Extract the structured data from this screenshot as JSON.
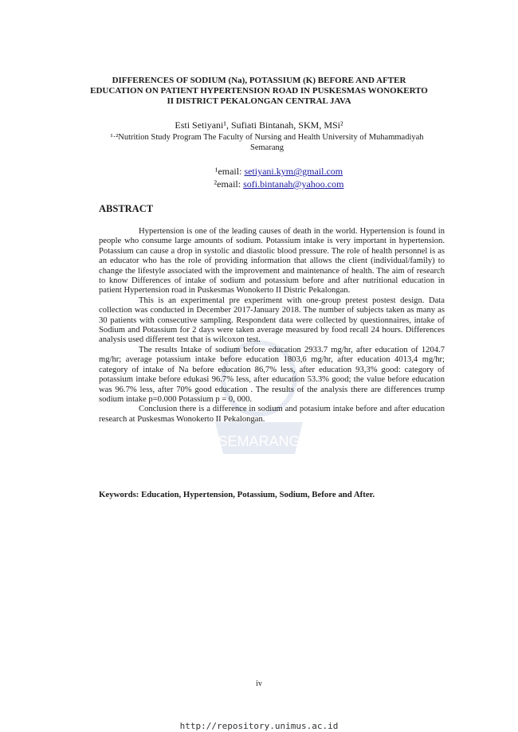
{
  "title": "DIFFERENCES OF SODIUM (Na), POTASSIUM (K) BEFORE AND AFTER EDUCATION ON PATIENT HYPERTENSION ROAD IN PUSKESMAS WONOKERTO II DISTRICT PEKALONGAN CENTRAL JAVA",
  "authors": "Esti Setiyani¹, Sufiati Bintanah, SKM, MSi²",
  "affiliation": "¹·²Nutrition Study Program The Faculty of Nursing and Health University of Muhammadiyah Semarang",
  "emails": [
    {
      "prefix": "¹email: ",
      "address": "setiyani.kym@gmail.com"
    },
    {
      "prefix": "²email: ",
      "address": "sofi.bintanah@yahoo.com"
    }
  ],
  "abstract_heading": "ABSTRACT",
  "paragraphs": [
    "Hypertension is one of the leading causes of death in the world. Hypertension is found in people who consume large amounts of sodium. Potassium intake is very important in hypertension. Potassium can cause a drop in systolic and diastolic blood pressure. The role of health personnel is as an educator who has the role of providing information that allows the client (individual/family) to change the lifestyle associated with the improvement and maintenance of health. The aim of research to know Differences of intake of sodium and potassium before and after nutritional education in patient Hypertension road in Puskesmas Wonokerto II Distric Pekalongan.",
    "This is an experimental pre experiment with one-group pretest postest design. Data collection was conducted in December 2017-January 2018. The number of subjects taken as many as 30 patients with consecutive sampling. Respondent data were collected by questionnaires, intake of Sodium and Potassium for 2 days were taken average measured by food recall 24 hours. Differences analysis used different test that is wilcoxon test.",
    "The results Intake of sodium before education 2933.7 mg/hr, after education of 1204.7 mg/hr; average potassium intake before education 1803,6 mg/hr, after education 4013,4 mg/hr; category of intake of Na before education 86,7% less, after education 93,3% good: category of potassium intake before edukasi 96.7% less, after education 53.3% good; the value before education was 96.7% less, after 70% good education . The results of the analysis there are differences trump sodium intake p=0.000 Potassium p = 0, 000.",
    "Conclusion there is a difference in sodium and potasium intake before and after education research at Puskesmas Wonokerto II Pekalongan."
  ],
  "keywords": "Keywords: Education, Hypertension, Potassium, Sodium, Before and After.",
  "page_number": "iv",
  "footer_url": "http://repository.unimus.ac.id",
  "watermark_text": "SEMARANG"
}
